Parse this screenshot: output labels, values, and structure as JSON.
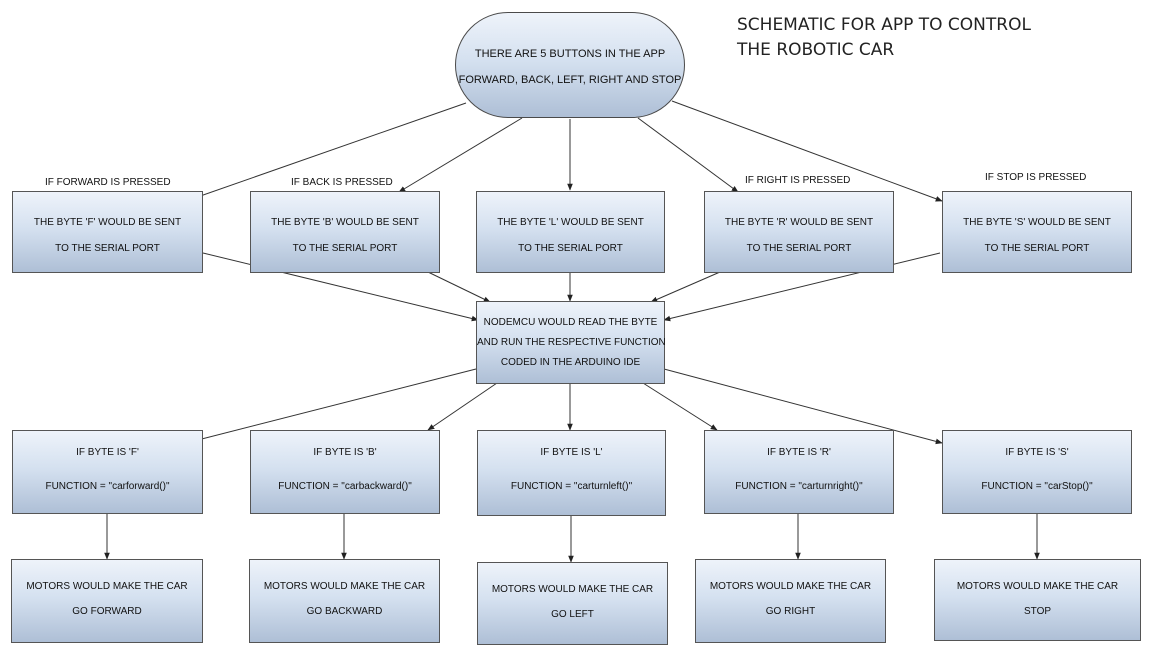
{
  "title": {
    "line1": "SCHEMATIC FOR APP TO CONTROL",
    "line2": "THE ROBOTIC CAR"
  },
  "root": {
    "line1": "THERE ARE 5 BUTTONS IN THE APP",
    "line2": "FORWARD, BACK, LEFT, RIGHT AND STOP"
  },
  "captions": {
    "forward": "IF FORWARD IS PRESSED",
    "back": "IF BACK IS PRESSED",
    "right": "IF RIGHT IS PRESSED",
    "stop": "IF STOP IS PRESSED"
  },
  "send": [
    {
      "line1": "THE BYTE 'F' WOULD BE SENT",
      "line2": "TO THE SERIAL PORT"
    },
    {
      "line1": "THE BYTE 'B' WOULD BE SENT",
      "line2": "TO THE SERIAL PORT"
    },
    {
      "line1": "THE BYTE 'L' WOULD BE SENT",
      "line2": "TO THE SERIAL PORT"
    },
    {
      "line1": "THE BYTE 'R' WOULD BE SENT",
      "line2": "TO THE SERIAL PORT"
    },
    {
      "line1": "THE BYTE 'S' WOULD BE SENT",
      "line2": "TO THE SERIAL PORT"
    }
  ],
  "nodemcu": {
    "line1": "NODEMCU WOULD READ THE BYTE",
    "line2": "AND RUN THE RESPECTIVE FUNCTION",
    "line3": "CODED IN THE ARDUINO IDE"
  },
  "functions": [
    {
      "line1": "IF BYTE IS 'F'",
      "line2": "FUNCTION = \"carforward()\""
    },
    {
      "line1": "IF BYTE IS 'B'",
      "line2": "FUNCTION = \"carbackward()\""
    },
    {
      "line1": "IF BYTE IS 'L'",
      "line2": "FUNCTION = \"carturnleft()\""
    },
    {
      "line1": "IF BYTE IS 'R'",
      "line2": "FUNCTION = \"carturnright()\""
    },
    {
      "line1": "IF BYTE IS 'S'",
      "line2": "FUNCTION = \"carStop()\""
    }
  ],
  "motors": [
    {
      "line1": "MOTORS WOULD MAKE THE CAR",
      "line2": "GO FORWARD"
    },
    {
      "line1": "MOTORS WOULD MAKE THE CAR",
      "line2": "GO BACKWARD"
    },
    {
      "line1": "MOTORS WOULD MAKE THE CAR",
      "line2": "GO LEFT"
    },
    {
      "line1": "MOTORS WOULD MAKE THE CAR",
      "line2": "GO RIGHT"
    },
    {
      "line1": "MOTORS WOULD MAKE THE CAR",
      "line2": "STOP"
    }
  ]
}
